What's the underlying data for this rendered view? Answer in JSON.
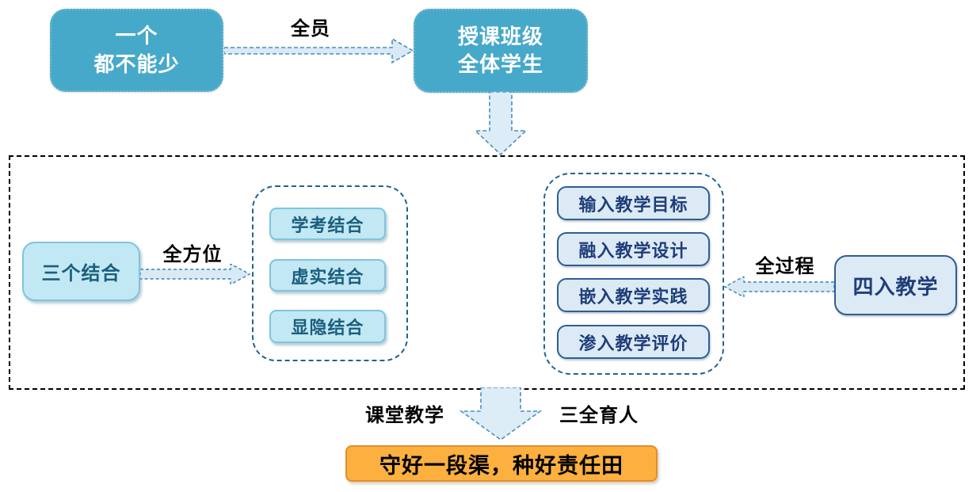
{
  "palette": {
    "teal": "#47A9C9",
    "light_blue_fill": "#C2E8F3",
    "light_blue_border": "#7EC5DB",
    "pale_blue_fill": "#DCEAF6",
    "dark_blue_border": "#2E5E94",
    "dark_teal_text": "#1A5E7E",
    "dark_blue_text": "#1F3E79",
    "dashed_container_blue": "#1F6391",
    "arrow_fill": "#D9EAF6",
    "arrow_stroke": "#4A90B8",
    "orange_fill": "#FBB040",
    "orange_border": "#E08E2F"
  },
  "top_flow": {
    "source_line1": "一个",
    "source_line2": "都不能少",
    "arrow_label": "全员",
    "target_line1": "授课班级",
    "target_line2": "全体学生"
  },
  "combinations": {
    "source": "三个结合",
    "arrow_label": "全方位",
    "items": [
      "学考结合",
      "虚实结合",
      "显隐结合"
    ]
  },
  "integrations": {
    "source": "四入教学",
    "arrow_label": "全过程",
    "items": [
      "输入教学目标",
      "融入教学设计",
      "嵌入教学实践",
      "渗入教学评价"
    ]
  },
  "bottom_flow": {
    "left_label": "课堂教学",
    "right_label": "三全育人",
    "result": "守好一段渠，种好责任田"
  }
}
